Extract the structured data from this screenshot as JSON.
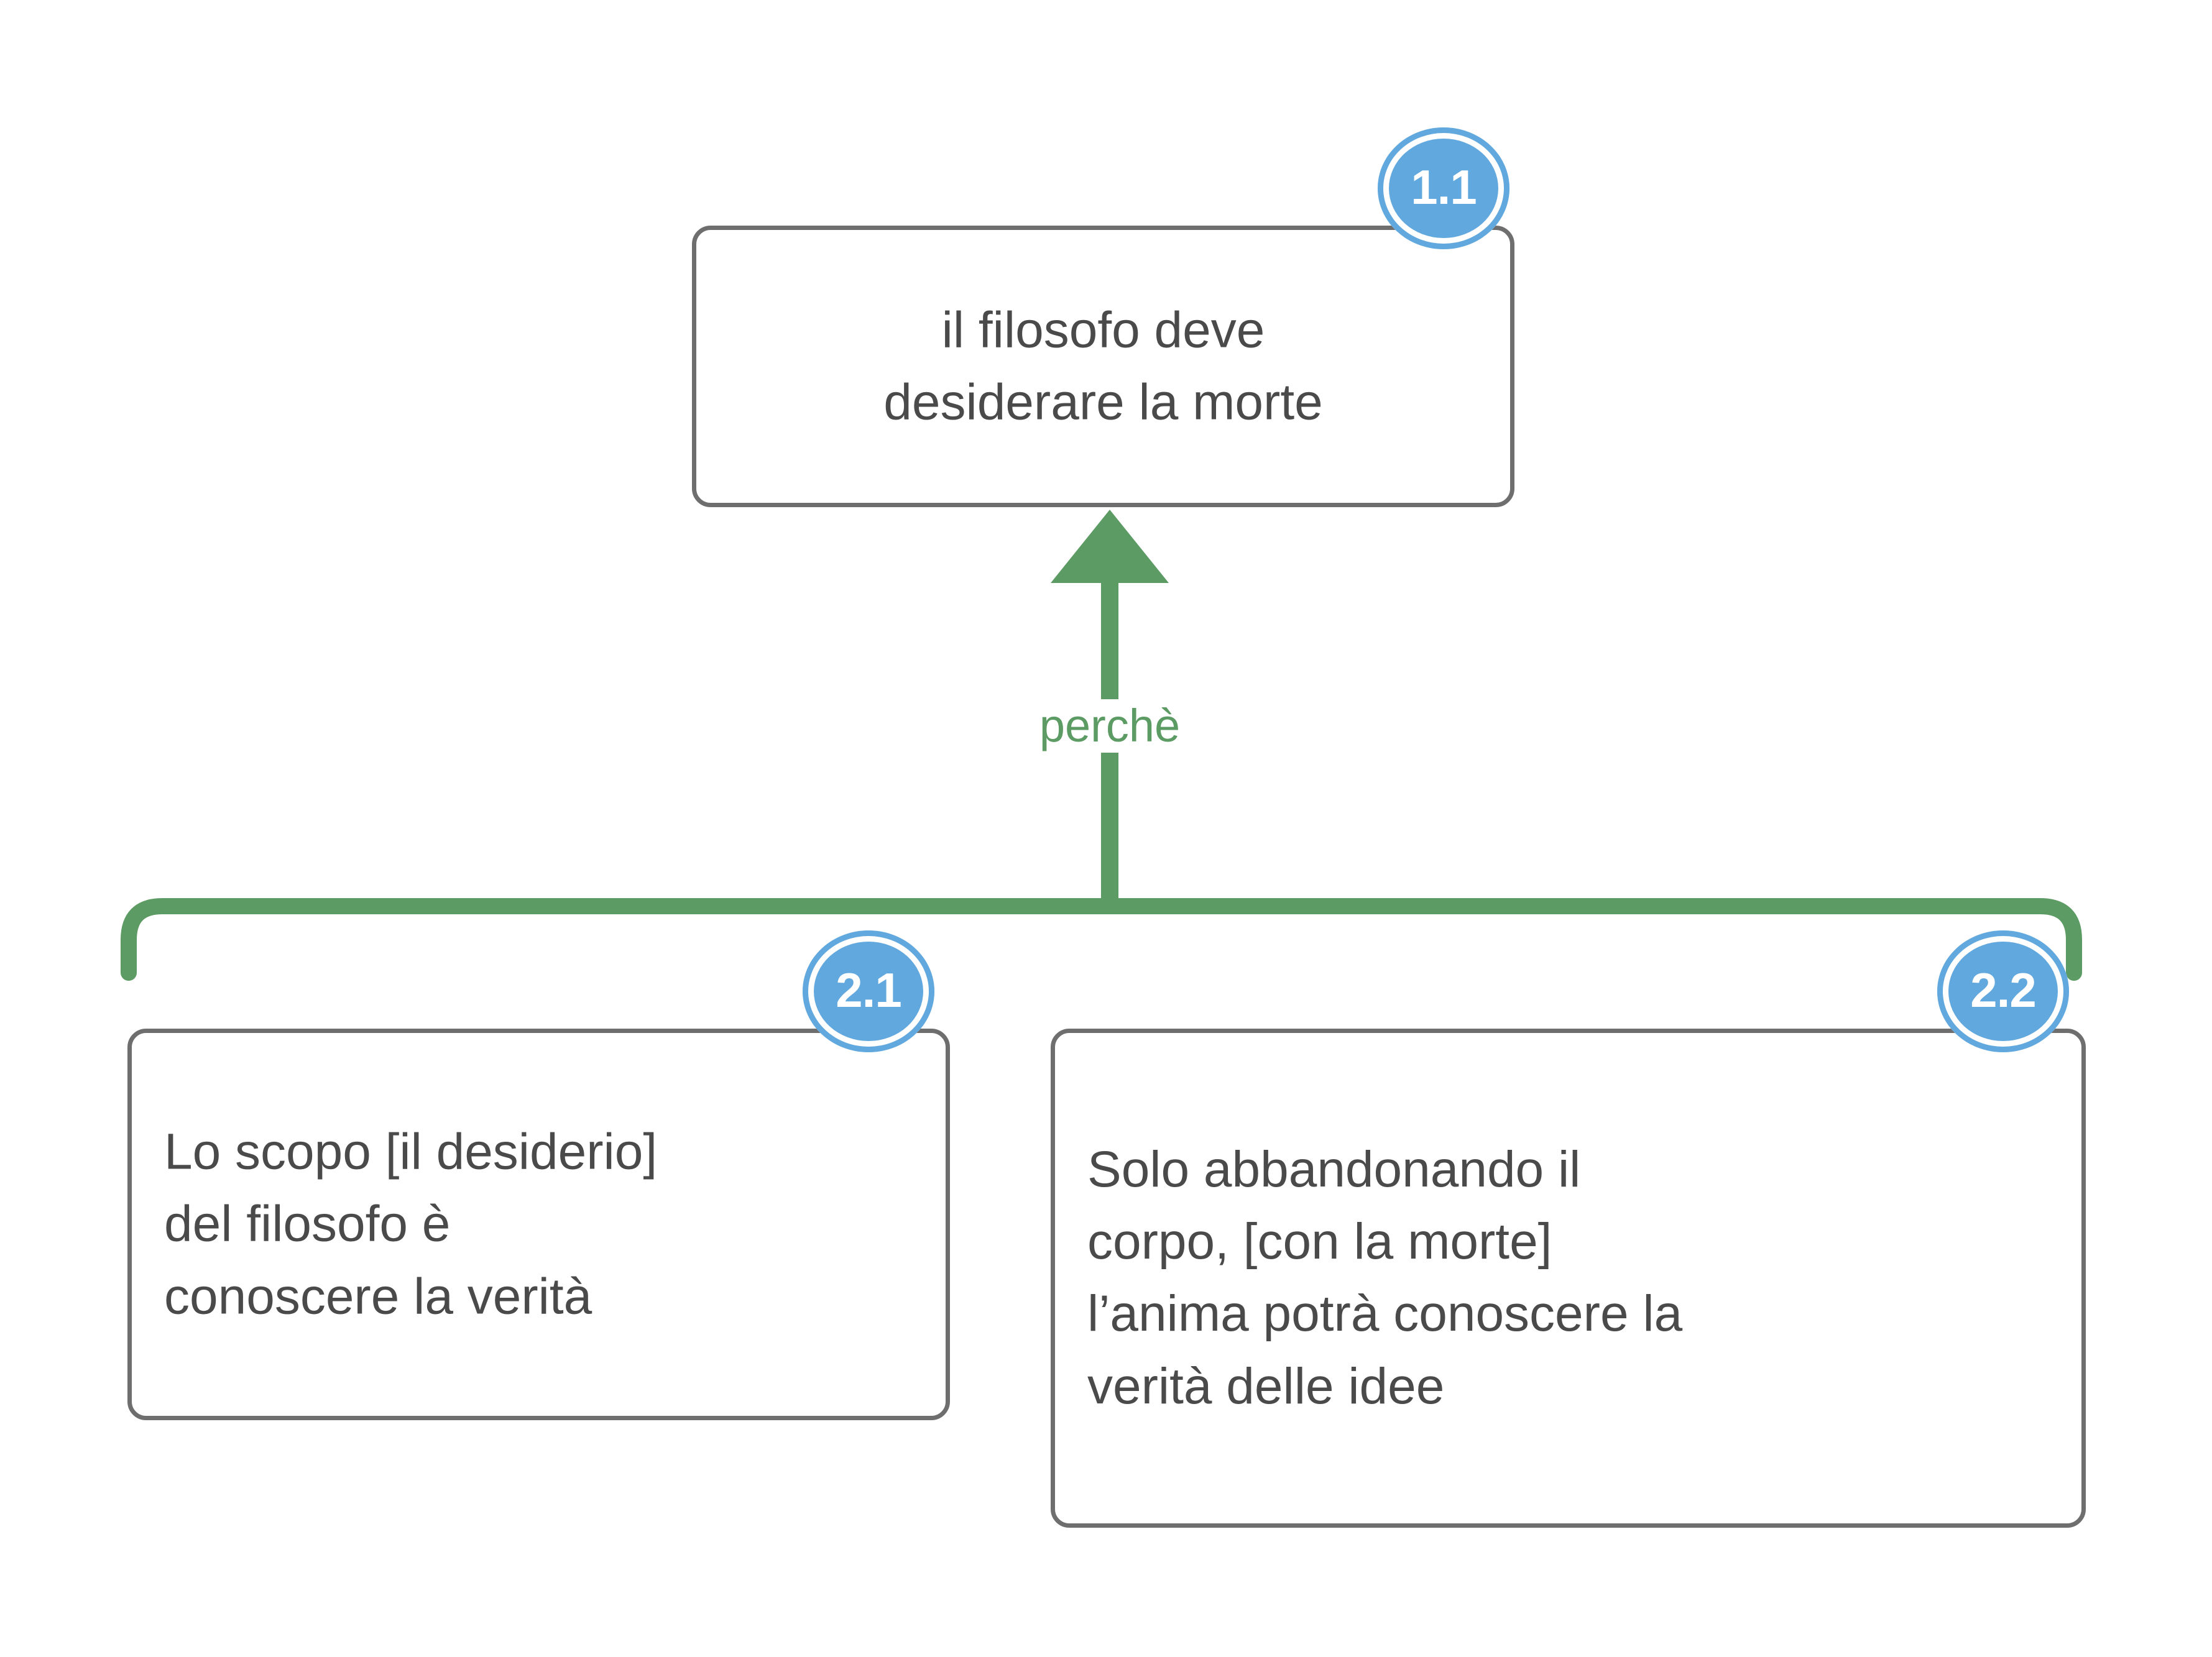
{
  "diagram": {
    "type": "argument-map",
    "language": "it",
    "background_color": "#FFFFFF",
    "palette": {
      "box_border": "#6E6E6E",
      "box_text": "#4A4A4A",
      "badge_fill": "#61A8DE",
      "badge_ring": "#FFFFFF",
      "badge_text": "#FFFFFF",
      "connector": "#5C9B63",
      "relation_text": "#5C9B63"
    },
    "nodes": [
      {
        "id": "1.1",
        "badge": "1.1",
        "text": "il filosofo deve\ndesiderare la morte",
        "align": "center",
        "role": "conclusion"
      },
      {
        "id": "2.1",
        "badge": "2.1",
        "text": "Lo scopo [il desiderio]\ndel filosofo è\nconoscere la verità",
        "align": "left",
        "role": "premise"
      },
      {
        "id": "2.2",
        "badge": "2.2",
        "text": "Solo abbandonando il\ncorpo, [con la morte]\nl’anima potrà conoscere la\nverità delle idee",
        "align": "left",
        "role": "premise"
      }
    ],
    "relation": {
      "label": "perchè",
      "from": [
        "2.1",
        "2.2"
      ],
      "to": "1.1",
      "style": "co-premise-arrow-up"
    }
  }
}
